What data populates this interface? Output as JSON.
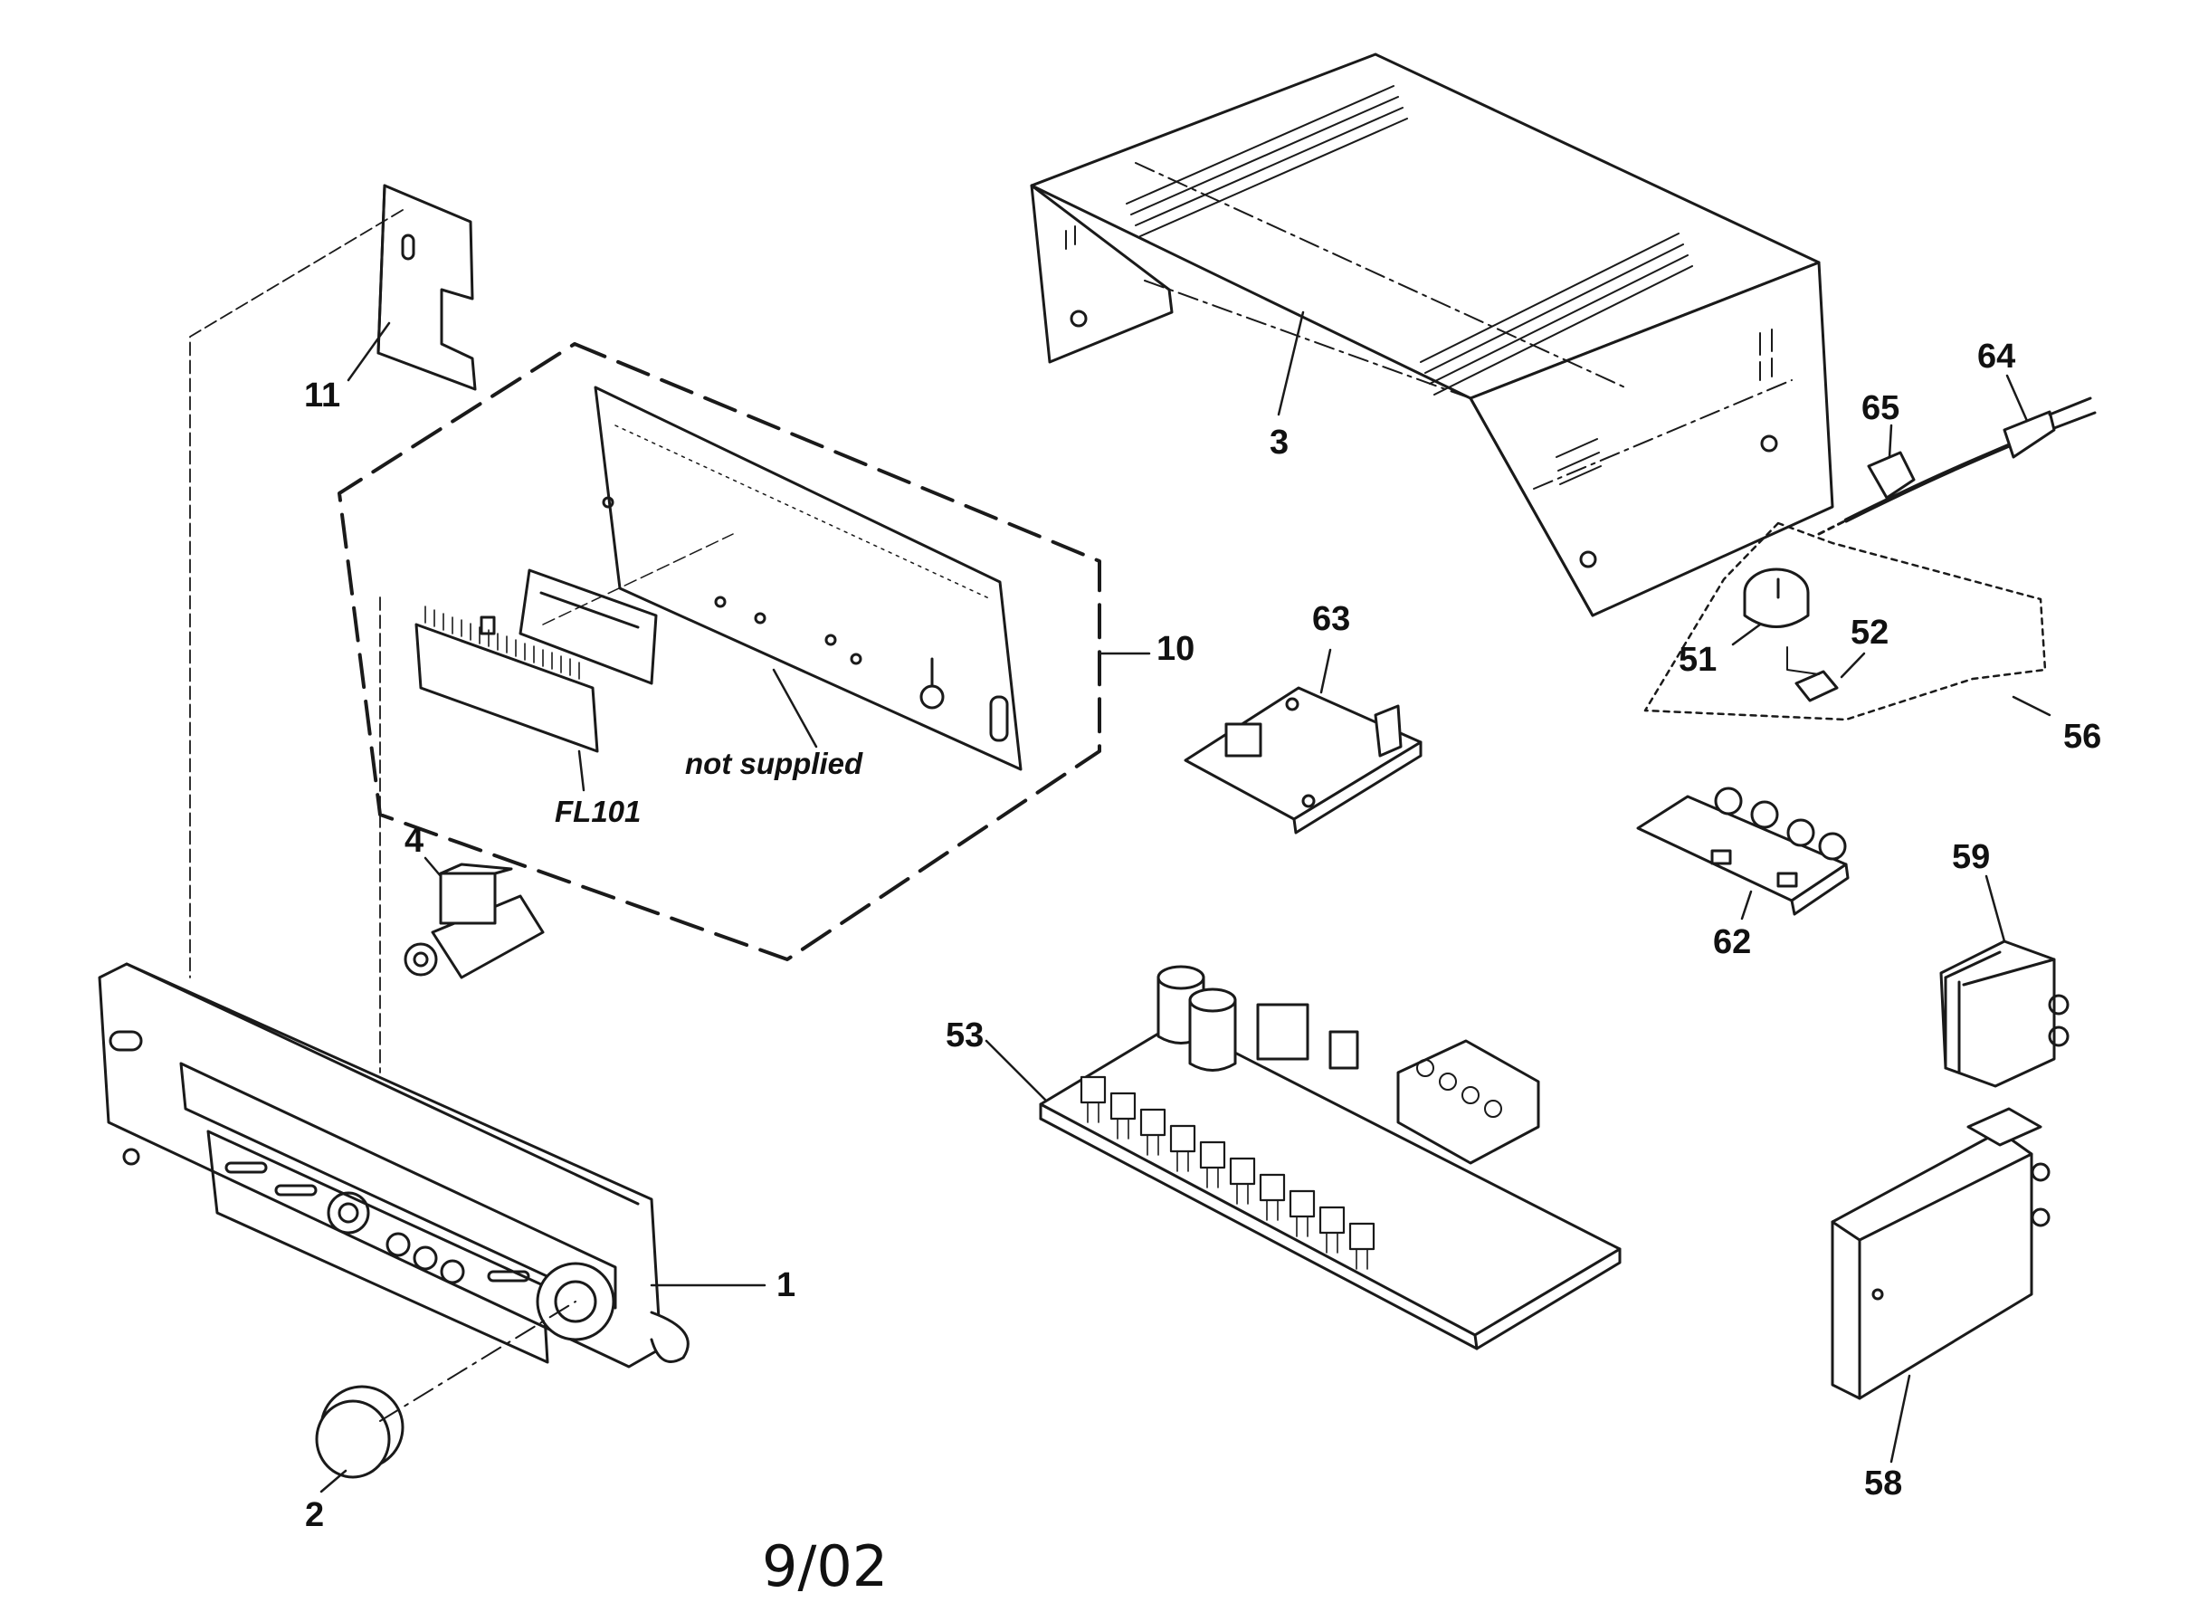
{
  "labels": {
    "p1": "1",
    "p2": "2",
    "p3": "3",
    "p4": "4",
    "p10": "10",
    "p11": "11",
    "p51": "51",
    "p52": "52",
    "p53": "53",
    "p56": "56",
    "p58": "58",
    "p59": "59",
    "p62": "62",
    "p63": "63",
    "p64": "64",
    "p65": "65",
    "fl101": "FL101",
    "not_supplied": "not supplied"
  },
  "footer": {
    "date": "9/02"
  }
}
